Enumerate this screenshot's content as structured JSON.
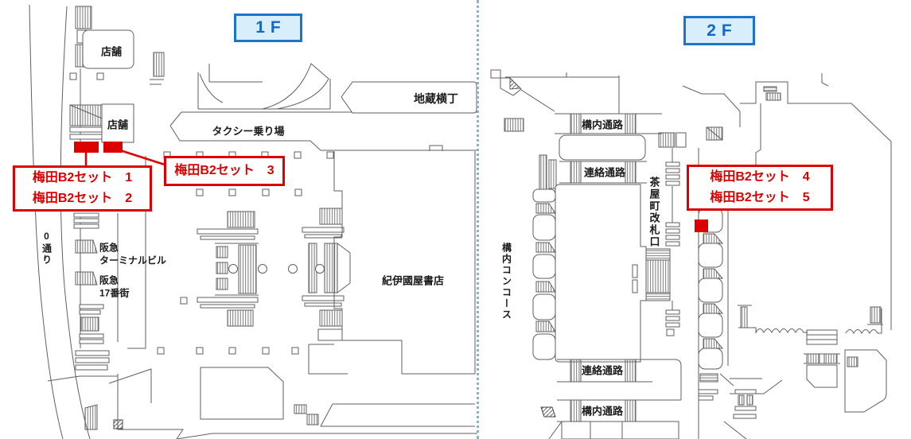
{
  "floors": {
    "f1": {
      "badge": "1F",
      "labels": {
        "shop_top": "店舗",
        "shop_mid": "店舗",
        "taxi": "タクシー乗り場",
        "jizo": "地蔵横丁",
        "street": "0通り",
        "hankyu_terminal_l1": "阪急",
        "hankyu_terminal_l2": "ターミナルビル",
        "hankyu_17_l1": "阪急",
        "hankyu_17_l2": "17番街",
        "kinokuniya": "紀伊國屋書店"
      }
    },
    "f2": {
      "badge": "2F",
      "labels": {
        "konai_top": "構内通路",
        "renraku_top": "連絡通路",
        "chayamachi": "茶屋町改札口",
        "concourse": "構内コンコース",
        "renraku_bottom": "連絡通路",
        "konai_bottom": "構内通路"
      }
    }
  },
  "annotations": {
    "set_1": "梅田B2セット　1",
    "set_2": "梅田B2セット　2",
    "set_3": "梅田B2セット　3",
    "set_4": "梅田B2セット　4",
    "set_5": "梅田B2セット　5"
  },
  "colors": {
    "annotation_red": "#dd0000",
    "badge_bg": "#d9eefb",
    "badge_border": "#1b74d0",
    "badge_text": "#1168c6",
    "line_gray": "#5f5f5f",
    "divider_blue": "#7fb6d6"
  }
}
